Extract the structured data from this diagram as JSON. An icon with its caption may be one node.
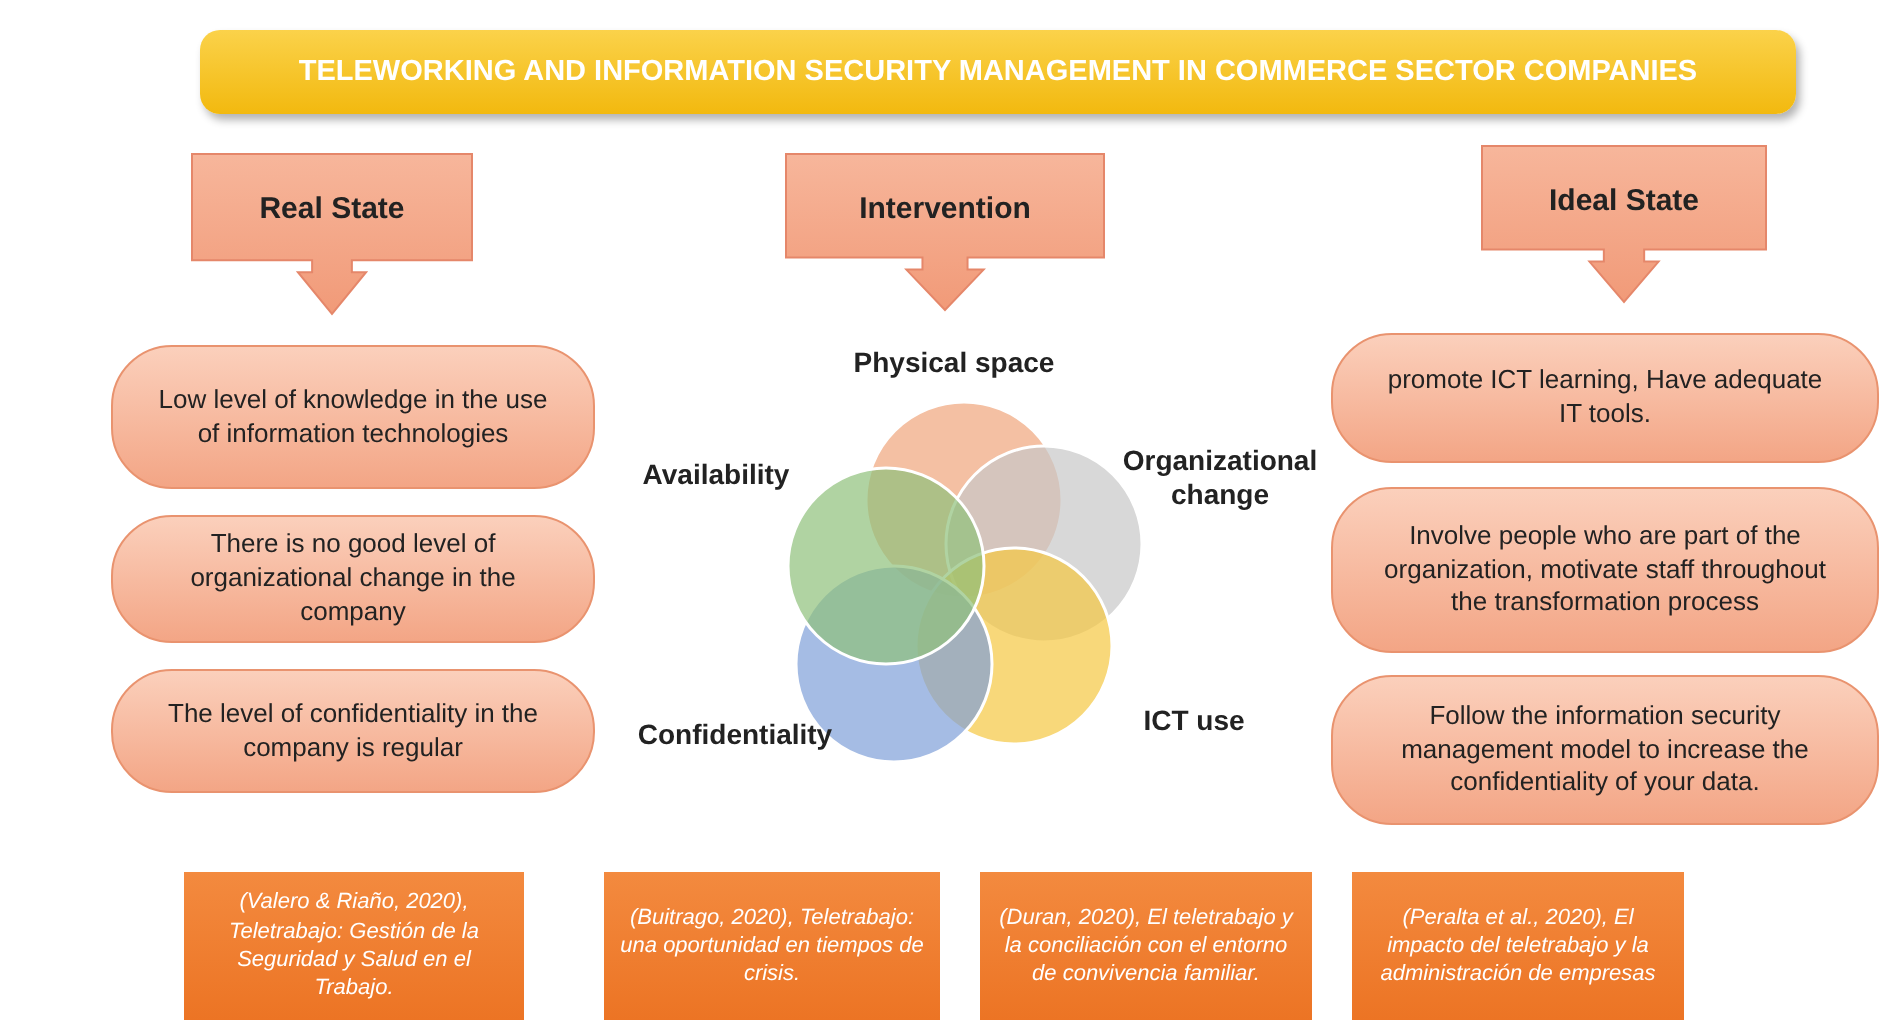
{
  "diagram": {
    "title": "TELEWORKING AND INFORMATION SECURITY MANAGEMENT IN COMMERCE SECTOR COMPANIES",
    "nodes": [
      {
        "text": [
          "Real State"
        ]
      },
      {
        "text": [
          "Intervention"
        ]
      },
      {
        "text": [
          "Ideal State"
        ]
      },
      {
        "text": [
          "Low level of knowledge in the use of information technologies"
        ]
      },
      {
        "text": [
          "There is no good level of organizational change in the company"
        ]
      },
      {
        "text": [
          "The level of confidentiality in the company is regular"
        ]
      },
      {
        "text": [
          "promote ICT learning, Have adequate IT tools."
        ]
      },
      {
        "text": [
          "Involve people who are part of the organization, motivate staff throughout the transformation process"
        ]
      },
      {
        "text": [
          "Follow the information security management model to increase the confidentiality of your data."
        ]
      },
      {
        "text": [
          "(Valero & Riaño, 2020), Teletrabajo: Gestión de la Seguridad y Salud en el Trabajo."
        ]
      },
      {
        "text": [
          "(Buitrago, 2020), Teletrabajo: una oportunidad en tiempos de crisis."
        ]
      },
      {
        "text": [
          "(Duran, 2020), El teletrabajo y la conciliación con el entorno de convivencia familiar."
        ]
      },
      {
        "text": [
          "(Peralta et al., 2020), El impacto del teletrabajo y la administración de empresas"
        ]
      }
    ],
    "labels": [
      "Physical space",
      "Availability",
      "Organizational change",
      "ICT use",
      "Confidentiality"
    ]
  }
}
